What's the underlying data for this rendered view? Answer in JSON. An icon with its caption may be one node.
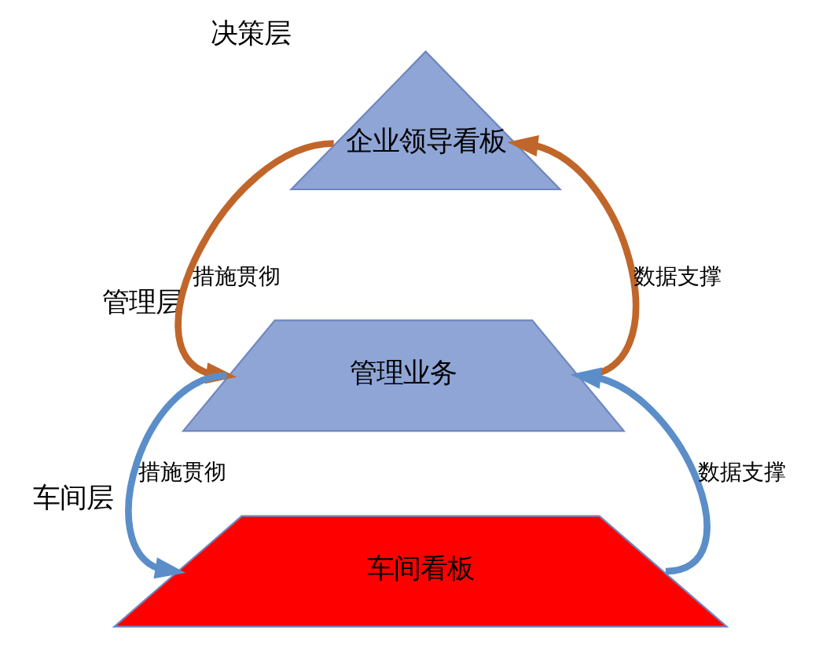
{
  "diagram": {
    "nodes": [
      {
        "text": [
          "企业领导看板"
        ],
        "beside": [
          "决策层"
        ]
      },
      {
        "text": [
          "管理业务"
        ],
        "beside": [
          "管理层"
        ]
      },
      {
        "text": [
          "车间看板"
        ],
        "beside": [
          "车间层"
        ]
      }
    ],
    "edges": [
      {
        "from": 0,
        "to": 1,
        "arrow": "to",
        "label": "措施贯彻",
        "color": "#c0662a"
      },
      {
        "from": 1,
        "to": 2,
        "arrow": "to",
        "label": "措施贯彻",
        "color": "#5b8ec9"
      },
      {
        "from": 1,
        "to": 0,
        "arrow": "to",
        "label": "数据支撑",
        "color": "#c0662a"
      },
      {
        "from": 2,
        "to": 1,
        "arrow": "to",
        "label": "数据支撑",
        "color": "#5b8ec9"
      }
    ]
  }
}
